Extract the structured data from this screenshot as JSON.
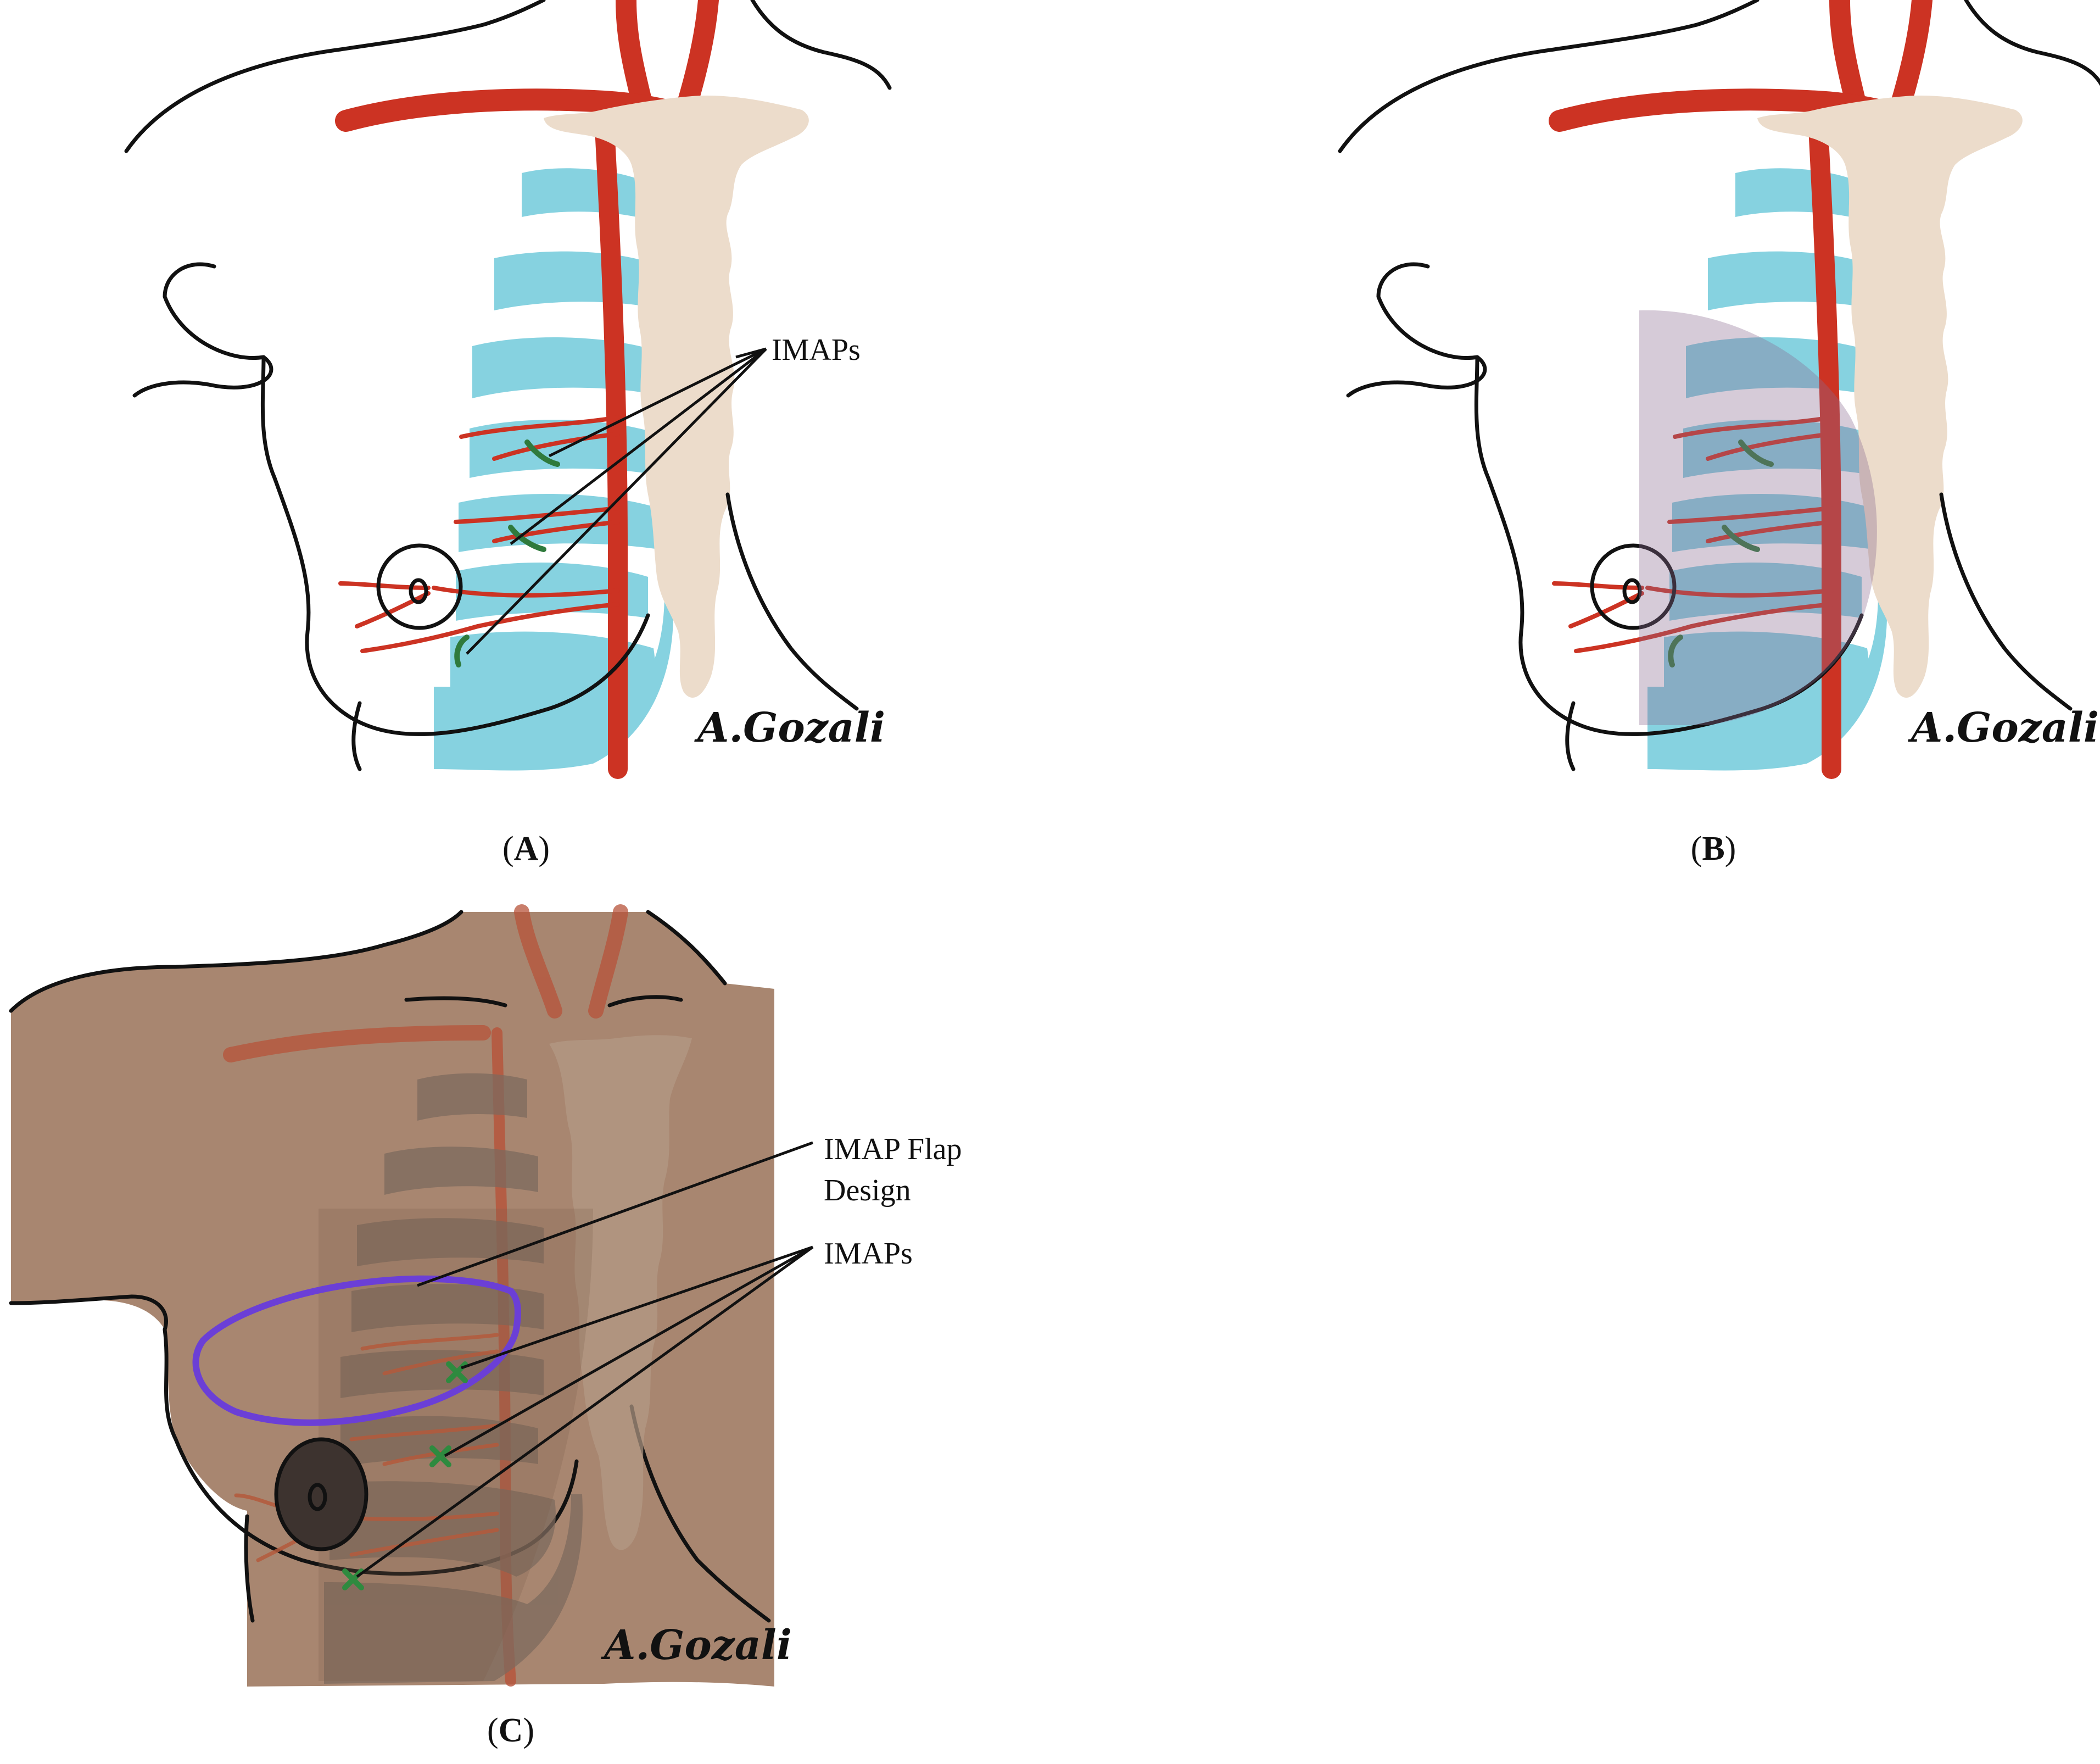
{
  "panels": [
    {
      "id": "A",
      "caption_prefix": "(",
      "caption_letter": "A",
      "caption_suffix": ")",
      "callout": "IMAPs",
      "signature": "A.Gozali"
    },
    {
      "id": "B",
      "caption_prefix": "(",
      "caption_letter": "B",
      "caption_suffix": ")",
      "signature": "A.Gozali"
    },
    {
      "id": "C",
      "caption_prefix": "(",
      "caption_letter": "C",
      "caption_suffix": ")",
      "callout_flap_line1": "IMAP Flap",
      "callout_flap_line2": "Design",
      "callout_imaps": "IMAPs",
      "signature": "A.Gozali"
    }
  ],
  "colors": {
    "outline": "#111111",
    "artery": "#cc3323",
    "rib": "#86d2e0",
    "sternum": "#ecdccb",
    "perforator": "#2f7a3c",
    "territory_overlay": "#8a6a8e",
    "skin": "#a88670",
    "flap_outline": "#6b3fd6",
    "marker": "#2e8a3f"
  }
}
